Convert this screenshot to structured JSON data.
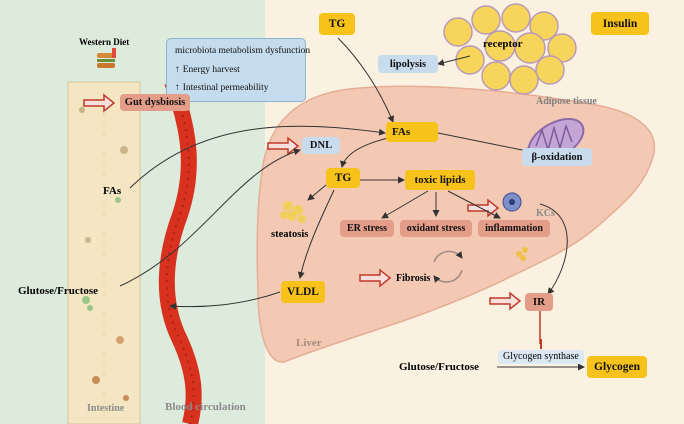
{
  "labels": {
    "western_diet": "Western Diet",
    "fas_left": "FAs",
    "glucose_left": "Glutose/Fructose",
    "intestine": "Intestine",
    "blood_circulation": "Blood circulation",
    "liver": "Liver",
    "adipose_tissue": "Adipose tissue",
    "steatosis": "steatosis",
    "fibrosis": "Fibrosis",
    "kcs": "KCs",
    "glucose_right": "Glutose/Fructose",
    "glycogen_synthase": "Glycogen synthase"
  },
  "note": {
    "title": "microbiota metabolism dysfunction",
    "items": [
      "Energy harvest",
      "Intestinal permeability"
    ]
  },
  "boxes": {
    "gut_dysbiosis": "Gut dysbiosis",
    "tg_top": "TG",
    "insulin": "Insulin",
    "receptor": "receptor",
    "lipolysis": "lipolysis",
    "fas": "FAs",
    "dnl": "DNL",
    "beta_oxidation": "β-oxidation",
    "tg_mid": "TG",
    "toxic_lipids": "toxic lipids",
    "er_stress": "ER stress",
    "oxidant_stress": "oxidant stress",
    "inflammation": "inflammation",
    "vldl": "VLDL",
    "ir": "IR",
    "glycogen": "Glycogen"
  },
  "colors": {
    "left_panel": "#dcebdc",
    "right_panel": "#fbf1e1",
    "liver": "#f4c9b4",
    "blood_vessel": "#d8321f",
    "yellow_box": "#f7c21a",
    "pink_box": "#e39d89",
    "blue_box": "#c9dced",
    "intestine": "#f4e6c2"
  }
}
